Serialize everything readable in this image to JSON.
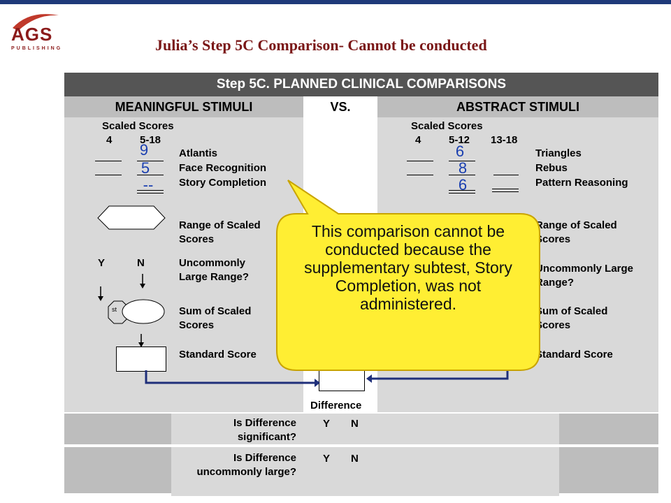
{
  "logo": {
    "word": "AGS",
    "sub": "PUBLISHING"
  },
  "title": "Julia’s Step 5C Comparison- Cannot be conducted",
  "main_header": "Step 5C. PLANNED CLINICAL COMPARISONS",
  "left_header": "MEANINGFUL STIMULI",
  "vs": "VS.",
  "right_header": "ABSTRACT STIMULI",
  "left": {
    "scaled_scores": "Scaled Scores",
    "col_a": "4",
    "col_b": "5-18",
    "subtests": [
      "Atlantis",
      "Face Recognition",
      "Story Completion"
    ],
    "values": [
      "9",
      "5",
      "--"
    ],
    "range_label": "Range of Scaled Scores",
    "y": "Y",
    "n": "N",
    "uncommon_label": "Uncommonly Large Range?",
    "sum_label": "Sum of Scaled Scores",
    "standard_label": "Standard Score",
    "oval_partial": "st"
  },
  "right": {
    "scaled_scores": "Scaled Scores",
    "col_a": "4",
    "col_b": "5-12",
    "col_c": "13-18",
    "subtests": [
      "Triangles",
      "Rebus",
      "Pattern Reasoning"
    ],
    "values": [
      "6",
      "8",
      "6"
    ],
    "range_label": "Range of Scaled Scores",
    "uncommon_label": "Uncommonly Large Range?",
    "sum_label": "Sum of Scaled Scores",
    "standard_label": "Standard Score"
  },
  "difference": "Difference",
  "q1": {
    "question": "Is Difference significant?",
    "y": "Y",
    "n": "N"
  },
  "q2": {
    "question": "Is Difference uncommonly large?",
    "y": "Y",
    "n": "N"
  },
  "callout": "This comparison cannot be conducted because the supplementary subtest, Story Completion, was not administered.",
  "colors": {
    "title": "#7a1717",
    "values": "#1a3fb0",
    "callout_fill": "#ffee33",
    "callout_border": "#c9a400",
    "arrow": "#1f2f7a"
  }
}
